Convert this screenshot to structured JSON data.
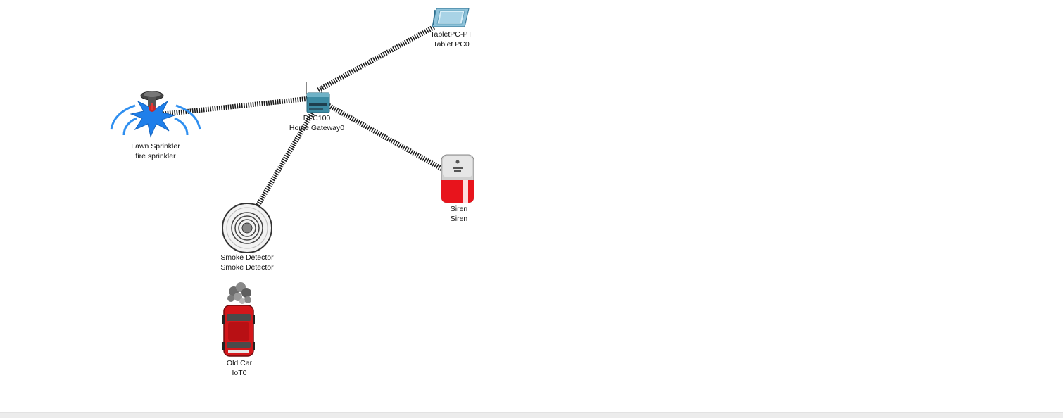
{
  "devices": {
    "tablet": {
      "model": "TabletPC-PT",
      "name": "Tablet PC0",
      "icon": "tablet-icon"
    },
    "gateway": {
      "model": "DLC100",
      "name": "Home Gateway0",
      "icon": "home-gateway-icon"
    },
    "sprinkler": {
      "model": "Lawn Sprinkler",
      "name": "fire sprinkler",
      "icon": "sprinkler-icon"
    },
    "siren": {
      "model": "Siren",
      "name": "Siren",
      "icon": "siren-icon"
    },
    "smoke": {
      "model": "Smoke Detector",
      "name": "Smoke Detector",
      "icon": "smoke-detector-icon"
    },
    "car": {
      "model": "Old Car",
      "name": "IoT0",
      "icon": "old-car-icon"
    }
  },
  "connections": [
    {
      "from": "gateway",
      "to": "tablet",
      "type": "wireless"
    },
    {
      "from": "gateway",
      "to": "sprinkler",
      "type": "wireless"
    },
    {
      "from": "gateway",
      "to": "siren",
      "type": "wireless"
    },
    {
      "from": "gateway",
      "to": "smoke",
      "type": "wireless"
    }
  ],
  "colors": {
    "link": "#222222",
    "sprinkler_water": "#2f8ff0",
    "siren_red": "#e8141c",
    "car_red": "#d4161a",
    "gateway_teal": "#3a8aa2",
    "tablet_blue": "#7fb7d2"
  }
}
